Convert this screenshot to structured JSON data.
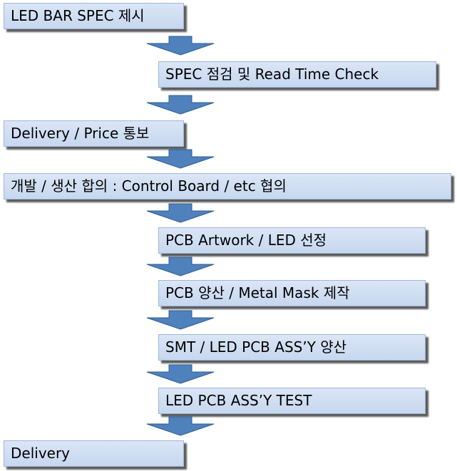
{
  "steps": [
    {
      "label": "LED BAR SPEC 제시"
    },
    {
      "label": "SPEC  점검 및 Read Time Check"
    },
    {
      "label": "Delivery / Price 통보"
    },
    {
      "label": "개발 / 생산 합의 : Control Board / etc 협의"
    },
    {
      "label": "PCB Artwork / LED 선정"
    },
    {
      "label": "PCB 양산 / Metal Mask 제작"
    },
    {
      "label": "SMT / LED PCB ASS’Y 양산"
    },
    {
      "label": "LED PCB ASS’Y TEST"
    },
    {
      "label": "Delivery"
    }
  ],
  "colors": {
    "box_fill_top": "#dbe6f6",
    "box_fill_bottom": "#c6d7ef",
    "box_border": "#9fb6d8",
    "arrow_fill": "#4f81bd",
    "arrow_stroke": "#2d5c8f"
  },
  "arrow_icon": "down-arrow-icon"
}
